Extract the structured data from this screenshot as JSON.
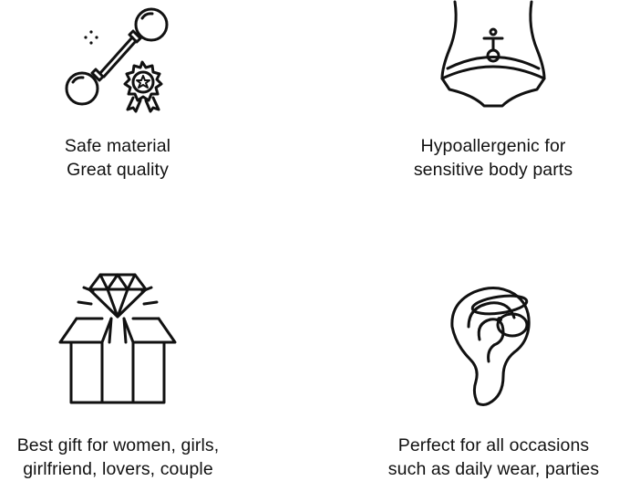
{
  "features": [
    {
      "icon": "barbell-jewelry-certified-icon",
      "lines": [
        "Safe material",
        "Great quality"
      ]
    },
    {
      "icon": "belly-piercing-icon",
      "lines": [
        "Hypoallergenic for",
        "sensitive body parts"
      ]
    },
    {
      "icon": "gift-box-diamond-icon",
      "lines": [
        "Best gift for women, girls,",
        "girlfriend, lovers, couple"
      ]
    },
    {
      "icon": "ear-piercing-icon",
      "lines": [
        "Perfect for all occasions",
        "such as daily wear, parties"
      ]
    }
  ],
  "colors": {
    "background": "#ffffff",
    "ink": "#111111"
  }
}
